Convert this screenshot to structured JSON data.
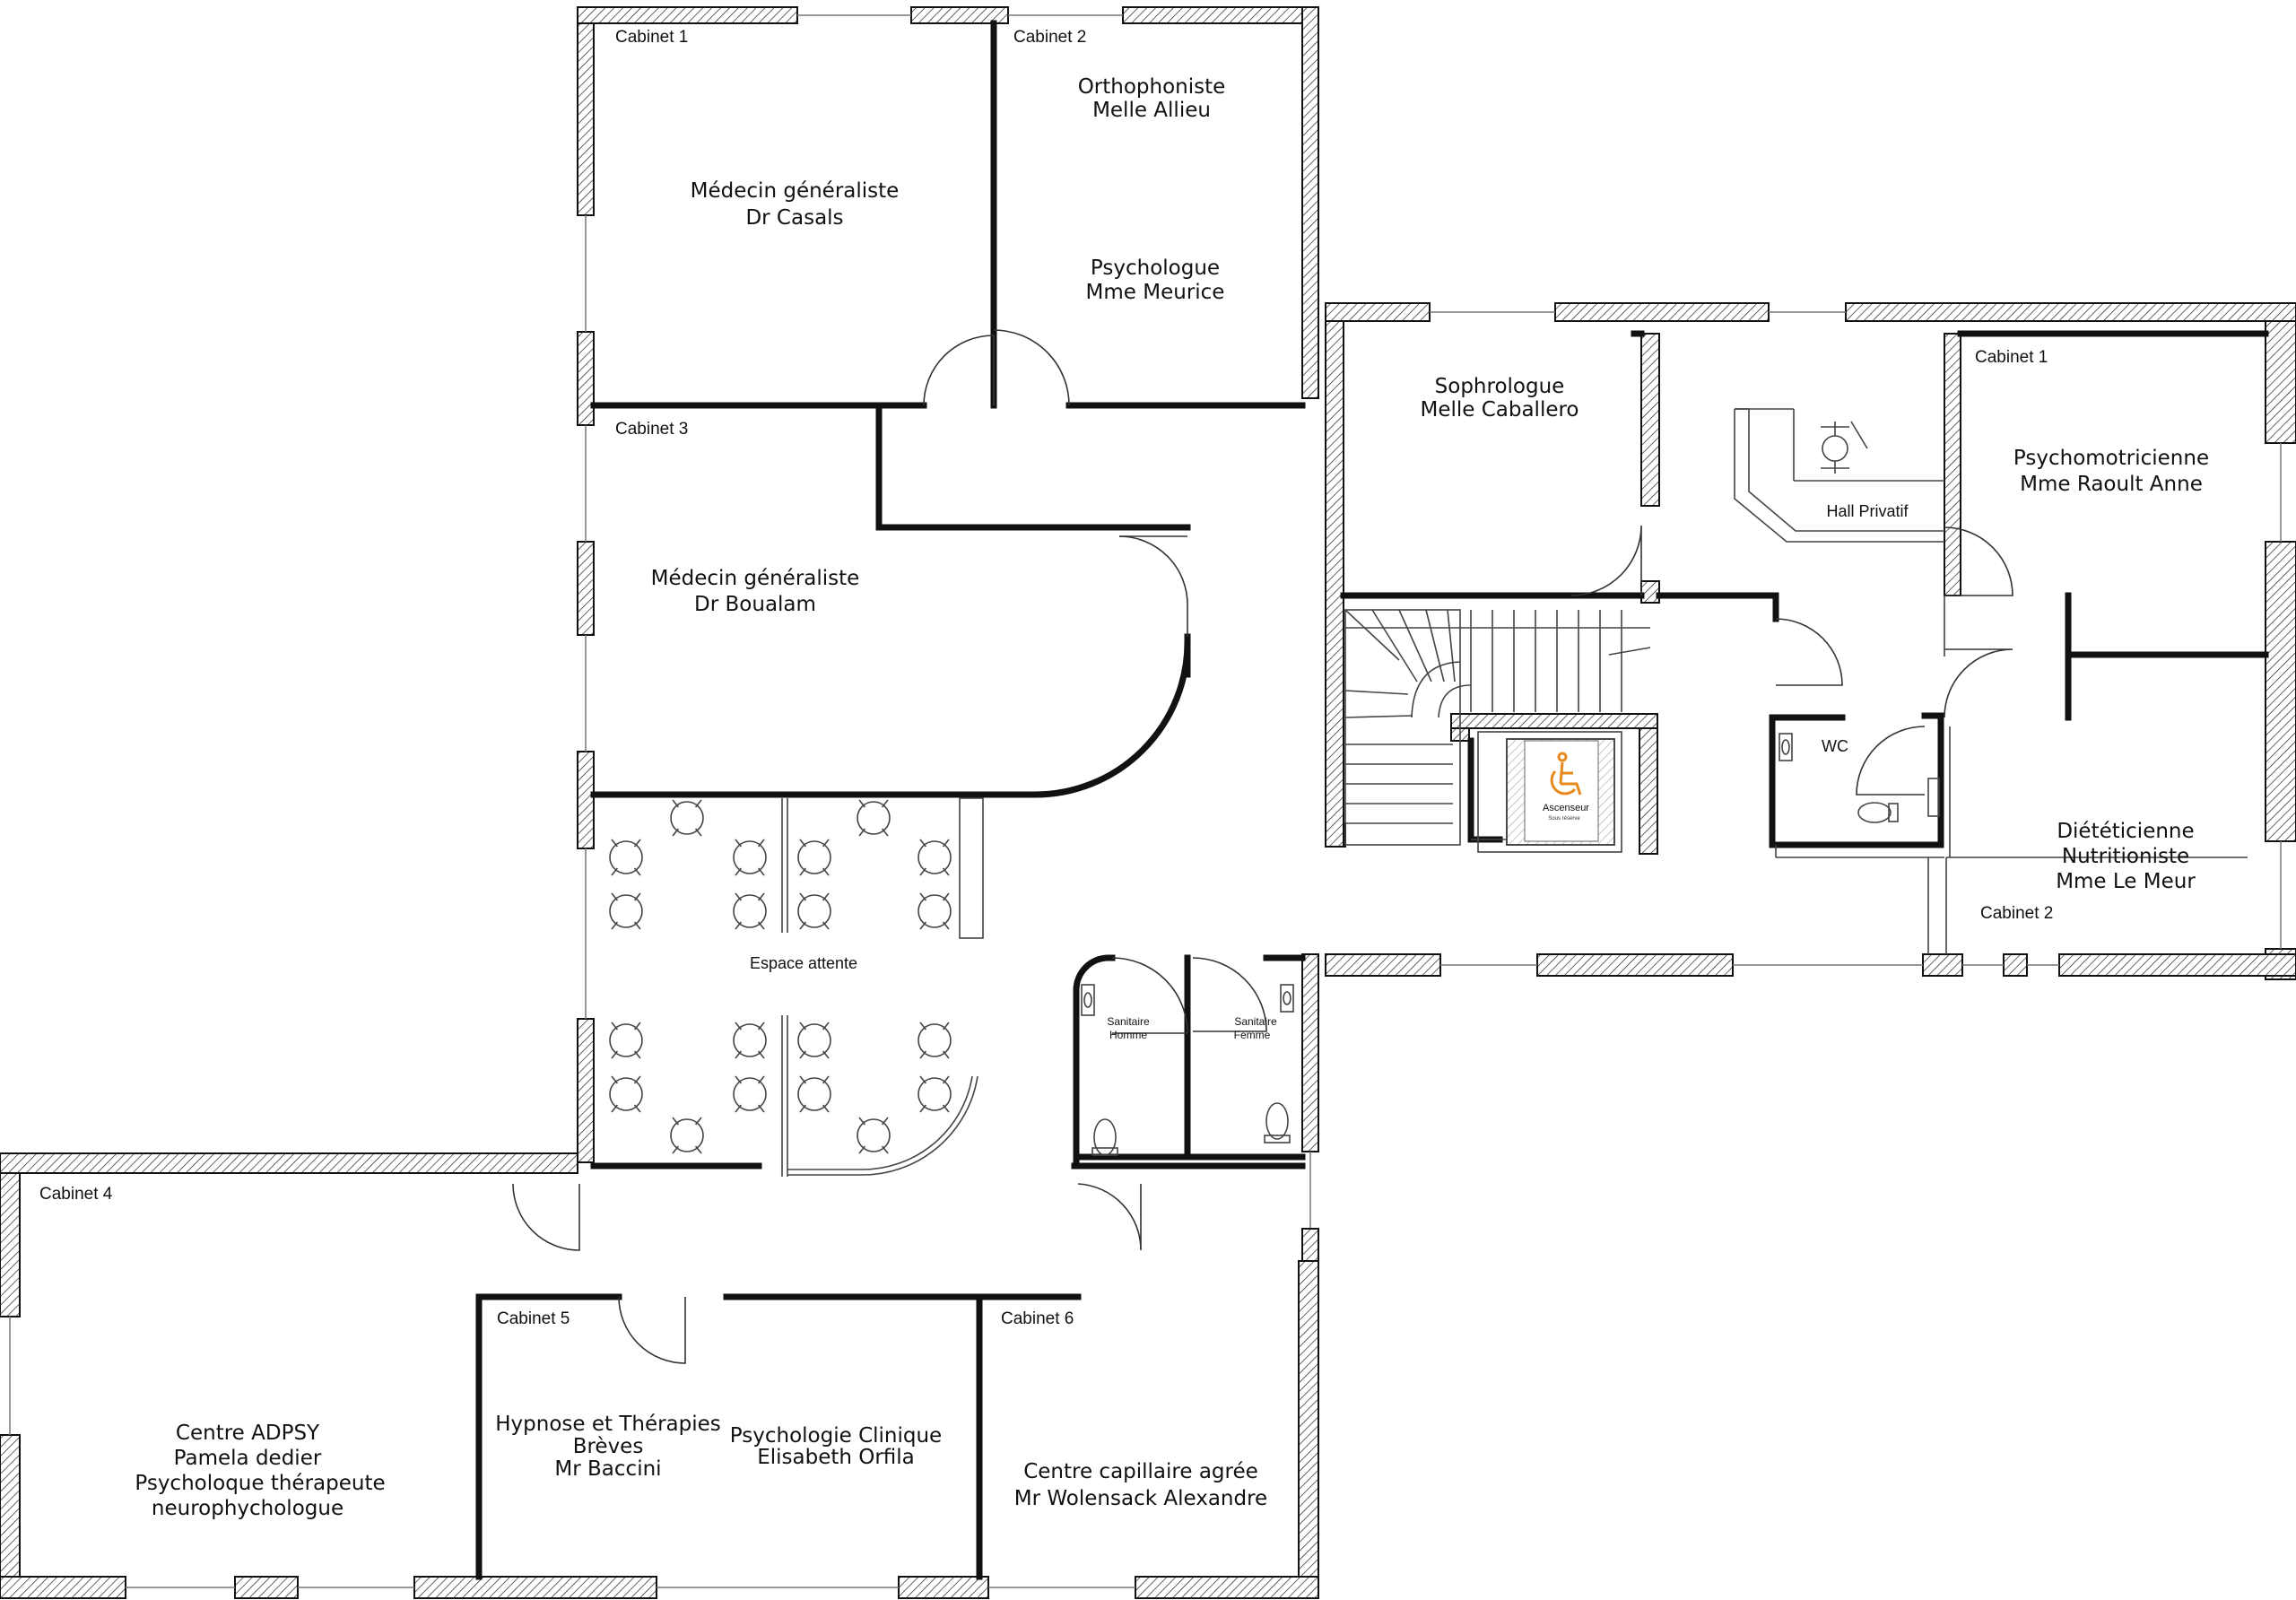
{
  "rooms_left": {
    "cab1": {
      "label": "Cabinet 1",
      "line1": "Médecin généraliste",
      "line2": "Dr  Casals"
    },
    "cab2": {
      "label": "Cabinet 2",
      "line1": "Orthophoniste",
      "line2": "Melle  Allieu",
      "line3": "Psychologue",
      "line4": "Mme Meurice"
    },
    "cab3": {
      "label": "Cabinet 3",
      "line1": "Médecin généraliste",
      "line2": "Dr  Boualam"
    },
    "attente": {
      "label": "Espace attente"
    },
    "cab4": {
      "label": "Cabinet 4",
      "line1": "Centre ADPSY",
      "line2": "Pamela dedier",
      "line3": "Psycholoque thérapeute",
      "line4": "neurophychologue"
    },
    "cab5": {
      "label": "Cabinet 5",
      "line1": "Hypnose et Thérapies",
      "line2": "Brèves",
      "line3": "Mr Baccini",
      "line4": "Psychologie Clinique",
      "line5": "Elisabeth Orfila"
    },
    "cab6": {
      "label": "Cabinet 6",
      "line1": "Centre capillaire agrée",
      "line2": "Mr Wolensack Alexandre"
    },
    "sanitaire_h": {
      "line1": "Sanitaire",
      "line2": "Homme"
    },
    "sanitaire_f": {
      "line1": "Sanitaire",
      "line2": "Femme"
    }
  },
  "rooms_right": {
    "sophro": {
      "line1": "Sophrologue",
      "line2": "Melle Caballero"
    },
    "hall": {
      "label": "Hall Privatif"
    },
    "cab1": {
      "label": "Cabinet 1",
      "line1": "Psychomotricienne",
      "line2": "Mme Raoult Anne"
    },
    "cab2": {
      "label": "Cabinet 2",
      "line1": "Diététicienne",
      "line2": "Nutritioniste",
      "line3": "Mme Le Meur"
    },
    "wc": {
      "label": "WC"
    },
    "lift": {
      "label": "Ascenseur",
      "sub": "Sous réserve"
    }
  },
  "colors": {
    "accessibility": "#e8891c",
    "wall": "#111111"
  },
  "icons": {
    "accessibility": "wheelchair-icon"
  }
}
